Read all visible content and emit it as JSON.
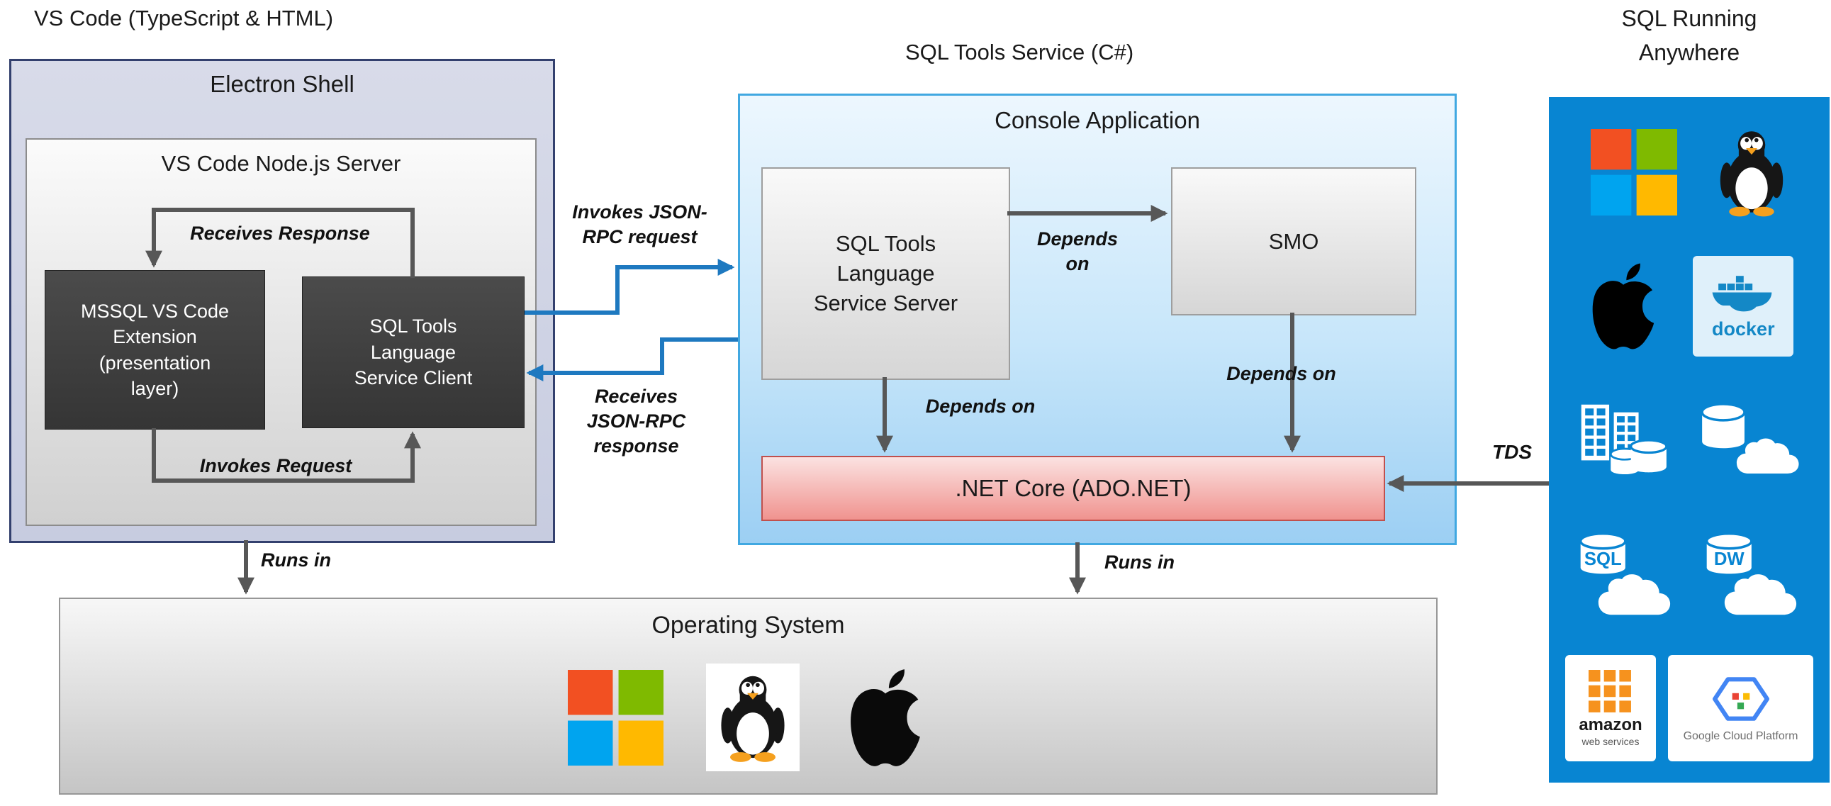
{
  "regions": {
    "vscode": "VS Code (TypeScript & HTML)",
    "sqltools": "SQL Tools Service (C#)",
    "anywhere_line1": "SQL Running",
    "anywhere_line2": "Anywhere"
  },
  "electron": {
    "title": "Electron Shell",
    "node_server_title": "VS Code Node.js Server",
    "mssql_extension": "MSSQL VS Code Extension (presentation layer)",
    "service_client": "SQL Tools Language Service Client",
    "receives_response": "Receives Response",
    "invokes_request": "Invokes Request"
  },
  "console": {
    "title": "Console Application",
    "service_server": "SQL Tools Language Service Server",
    "smo": "SMO",
    "netcore": ".NET Core (ADO.NET)",
    "depends_on_smo": "Depends on",
    "depends_on_server_netcore": "Depends on",
    "depends_on_smo_netcore": "Depends on"
  },
  "rpc": {
    "invokes": "Invokes JSON-RPC request",
    "receives": "Receives JSON-RPC response"
  },
  "flow": {
    "runs_in_left": "Runs in",
    "runs_in_right": "Runs in",
    "tds": "TDS"
  },
  "os": {
    "title": "Operating System",
    "icons": [
      "windows-logo",
      "linux-tux",
      "apple-logo"
    ]
  },
  "anywhere": {
    "icons": [
      "windows-logo",
      "linux-tux",
      "apple-logo",
      "docker-logo",
      "sql-server-racks",
      "database-with-cloud",
      "sql-database-cloud",
      "dw-database-cloud",
      "aws-logo",
      "google-cloud-platform-logo"
    ],
    "docker": "docker",
    "sql": "SQL",
    "dw": "DW",
    "aws_line1": "amazon",
    "aws_line2": "web services",
    "gcp": "Google Cloud Platform"
  },
  "colors": {
    "electron_bg": "#D8DBE9",
    "electron_border": "#33406E",
    "console_border": "#41A8E1",
    "netcore_border": "#C0504D",
    "panel_blue": "#0885D2",
    "arrow_gray": "#575757",
    "arrow_blue": "#1E79C0",
    "windows_red": "#F25022",
    "windows_green": "#7FBA00",
    "windows_blue": "#00A4EF",
    "windows_yellow": "#FFB900",
    "docker_blue": "#1488C6"
  }
}
